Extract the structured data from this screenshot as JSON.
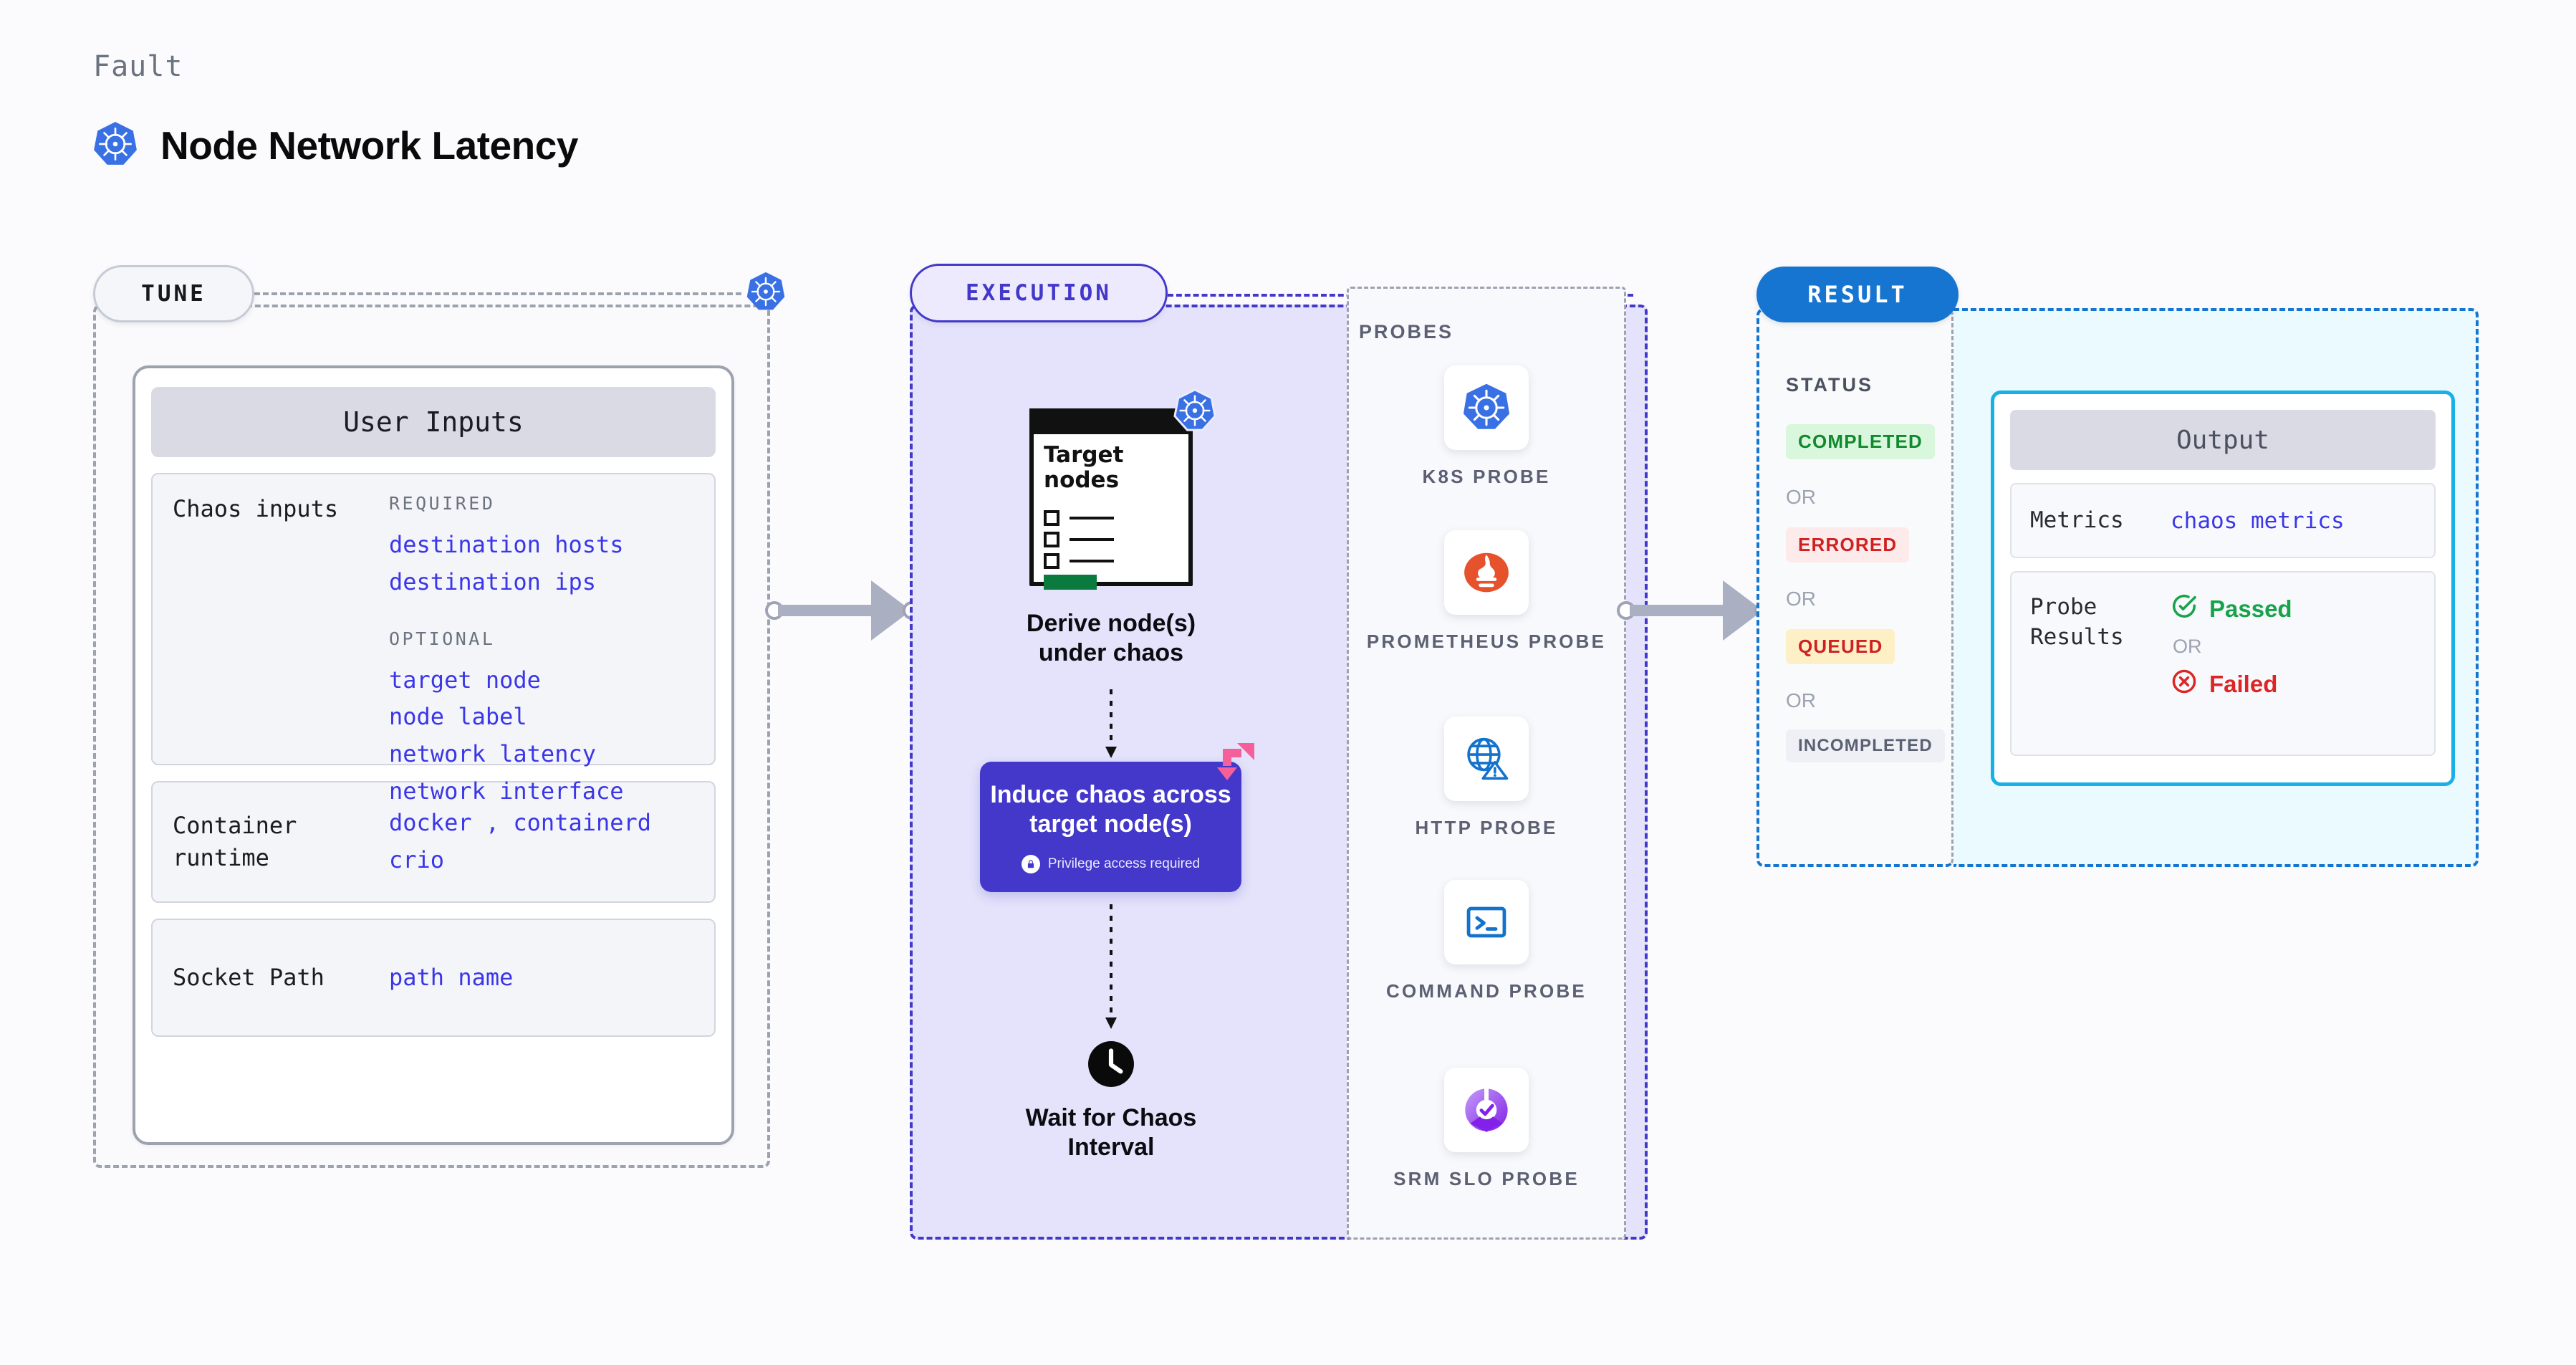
{
  "header": {
    "eyebrow": "Fault",
    "title": "Node Network Latency",
    "icon": "kubernetes-icon"
  },
  "stages": {
    "tune": {
      "pill_label": "TUNE",
      "badge_icon": "kubernetes-icon",
      "card": {
        "title": "User Inputs",
        "groups": [
          {
            "label": "Chaos inputs",
            "sections": [
              {
                "kicker": "REQUIRED",
                "values": [
                  "destination hosts",
                  "destination ips"
                ]
              },
              {
                "kicker": "OPTIONAL",
                "values": [
                  "target node",
                  "node label",
                  "network latency",
                  "network interface"
                ]
              }
            ]
          },
          {
            "label": "Container runtime",
            "values_line1": "docker",
            "separator": ",",
            "values_line1b": "containerd",
            "values_line2": "crio"
          },
          {
            "label": "Socket Path",
            "value": "path name"
          }
        ]
      }
    },
    "execution": {
      "pill_label": "EXECUTION",
      "node_card": {
        "title_line1": "Target",
        "title_line2": "nodes",
        "badge_icon": "kubernetes-icon",
        "checkbox_rows": 3
      },
      "steps": [
        {
          "label": "Derive node(s)\nunder chaos",
          "label_line1": "Derive node(s)",
          "label_line2": "under chaos"
        },
        {
          "label_line1": "Induce chaos across",
          "label_line2": "target node(s)",
          "note": "Privilege access required",
          "note_icon": "lock-icon",
          "corner_icon": "litmus-chaos-icon"
        },
        {
          "label_line1": "Wait for Chaos",
          "label_line2": "Interval",
          "icon": "clock-icon"
        }
      ],
      "probes": {
        "label": "PROBES",
        "items": [
          {
            "name": "K8S PROBE",
            "icon": "kubernetes-icon"
          },
          {
            "name": "PROMETHEUS PROBE",
            "icon": "prometheus-icon"
          },
          {
            "name": "HTTP PROBE",
            "icon": "globe-warning-icon"
          },
          {
            "name": "COMMAND PROBE",
            "icon": "terminal-icon"
          },
          {
            "name": "SRM SLO PROBE",
            "icon": "srm-slo-icon"
          }
        ]
      }
    },
    "result": {
      "pill_label": "RESULT",
      "status_label": "STATUS",
      "or_label": "OR",
      "badges": [
        {
          "text": "COMPLETED",
          "bg": "#d9f7dd",
          "fg": "#12892f"
        },
        {
          "text": "ERRORED",
          "bg": "#fdeaea",
          "fg": "#cf2121"
        },
        {
          "text": "QUEUED",
          "bg": "#fdf0c7",
          "fg": "#cf2121"
        },
        {
          "text": "INCOMPLETED",
          "bg": "#eef0f5",
          "fg": "#5b6072"
        }
      ],
      "output": {
        "title": "Output",
        "metrics_label": "Metrics",
        "metrics_value": "chaos metrics",
        "probe_results_label_line1": "Probe",
        "probe_results_label_line2": "Results",
        "passed_text": "Passed",
        "failed_text": "Failed",
        "or_label": "OR",
        "passed_icon": "check-circle-icon",
        "failed_icon": "x-circle-icon"
      }
    }
  },
  "colors": {
    "kubernetes_blue": "#3970e4",
    "indigo": "#4338ca",
    "result_blue": "#1675d1",
    "output_border": "#19b0e8",
    "litmus_pink": "#f5609b",
    "prometheus_orange": "#e6522c",
    "passed_green": "#16a34a",
    "failed_red": "#dc2626"
  }
}
